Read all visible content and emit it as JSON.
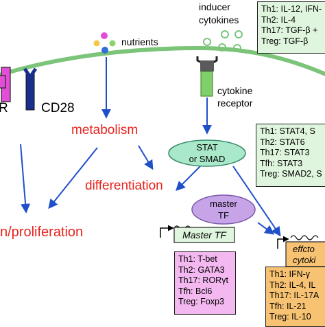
{
  "labels": {
    "cd28": "CD28",
    "tcr_partial": "R",
    "nutrients": "nutrients",
    "inducer_line1": "inducer",
    "inducer_line2": "cytokines",
    "receptor_line1": "cytokine",
    "receptor_line2": "receptor",
    "metabolism": "metabolism",
    "differentiation": "differentiation",
    "proliferation": "n/proliferation",
    "stat_line1": "STAT",
    "stat_line2": "or SMAD",
    "master_line1": "master",
    "master_line2": "TF",
    "master_gene": "Master TF",
    "effector_line1": "effcto",
    "effector_line2": "cytoki"
  },
  "boxes": {
    "inducer": [
      "Th1: IL-12, IFN-",
      "Th2: IL-4",
      "Th17: TGF-β +",
      "Treg: TGF-β"
    ],
    "stat": [
      "Th1: STAT4, S",
      "Th2: STAT6",
      "Th17: STAT3",
      "Tfh: STAT3",
      "Treg: SMAD2, S"
    ],
    "master": [
      "Th1: T-bet",
      "Th2: GATA3",
      "Th17: RORγt",
      "Tfh: Bcl6",
      "Treg: Foxp3"
    ],
    "effector": [
      "Th1: IFN-γ",
      "Th2: IL-4, IL",
      "Th17: IL-17A",
      "Tfh: IL-21",
      "Treg: IL-10"
    ]
  },
  "colors": {
    "membrane": "#7bc47a",
    "red_text": "#e8231e",
    "arrow": "#1f4fc9",
    "green_box": "#dff5dd",
    "pink_box": "#f3b8f0",
    "orange_box": "#f7c271",
    "stat_ellipse": "#a9e8c8",
    "master_ellipse": "#c7a3e8",
    "master_gene_box": "#dff5dd",
    "effector_gene_box": "#f7c271"
  }
}
